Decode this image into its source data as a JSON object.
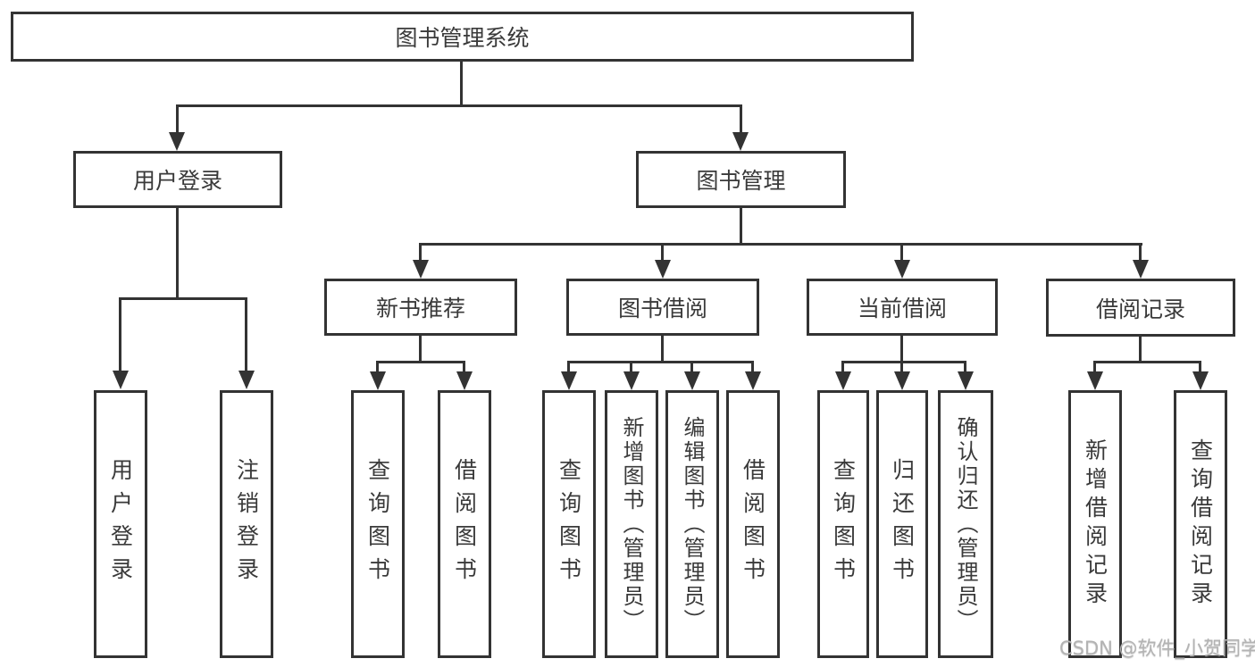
{
  "diagram": {
    "type": "hierarchy-tree",
    "tree": {
      "root": "图书管理系统",
      "branches": [
        {
          "label": "用户登录",
          "children": [
            "用户登录",
            "注销登录"
          ]
        },
        {
          "label": "图书管理",
          "children": [
            {
              "label": "新书推荐",
              "children": [
                "查询图书",
                "借阅图书"
              ]
            },
            {
              "label": "图书借阅",
              "children": [
                "查询图书",
                "新增图书（管理员）",
                "编辑图书（管理员）",
                "借阅图书"
              ]
            },
            {
              "label": "当前借阅",
              "children": [
                "查询图书",
                "归还图书",
                "确认归还（管理员）"
              ]
            },
            {
              "label": "借阅记录",
              "children": [
                "新增借阅记录",
                "查询借阅记录"
              ]
            }
          ]
        }
      ]
    },
    "colors": {
      "line": "#333333",
      "text": "#3a3a3a",
      "background": "#ffffff",
      "watermark": "#b3b3b3"
    }
  },
  "watermark": {
    "text": "CSDN @软件_小贺同学"
  }
}
